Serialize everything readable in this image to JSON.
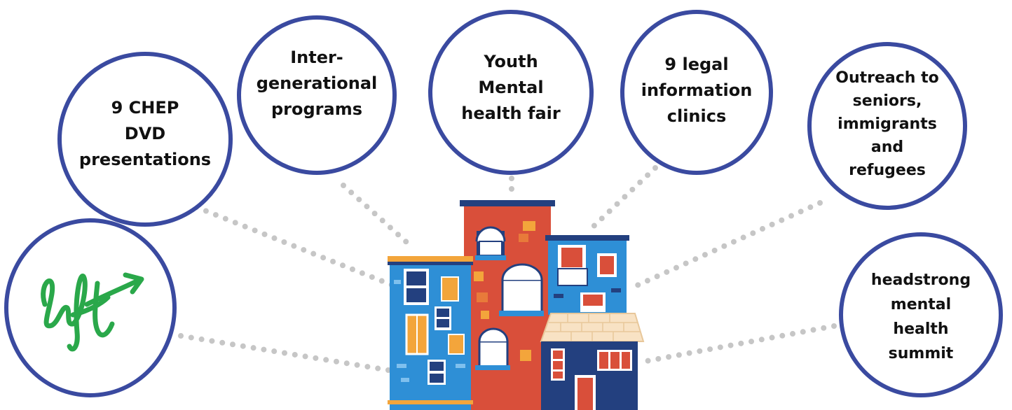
{
  "colors": {
    "circle_border": "#3a4aa0",
    "dots": "#c6c6c6",
    "lift_logo": "#2aa84a",
    "building_blue": "#2e8fd6",
    "building_red": "#d94f3a",
    "building_navy": "#23407f",
    "window_orange": "#f3a53b"
  },
  "bubbles": {
    "chep": "9 CHEP\nDVD\npresentations",
    "intergenerational": "Inter-\ngenerational\nprograms",
    "youth": "Youth\nMental\nhealth fair",
    "legal": "9 legal\ninformation\nclinics",
    "outreach": "Outreach to\nseniors,\nimmigrants\nand\nrefugees",
    "headstrong": "headstrong\nmental\nhealth\nsummit"
  },
  "logo": {
    "name": "lift",
    "icon": "lift-logo-icon"
  },
  "center_icon": "buildings-illustration"
}
